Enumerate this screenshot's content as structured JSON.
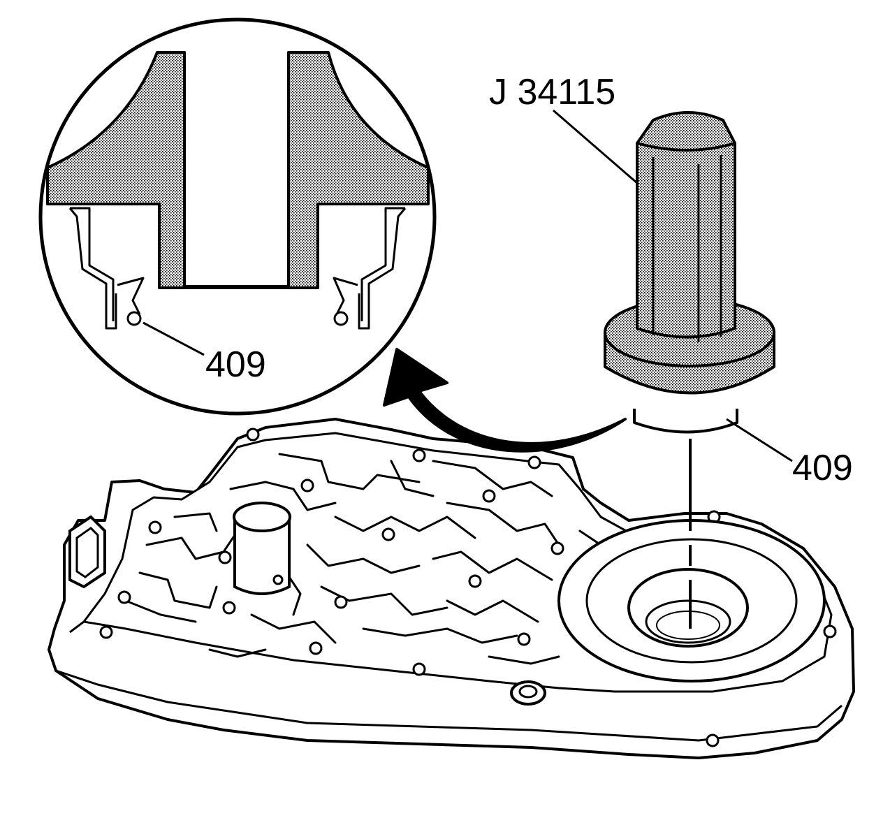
{
  "labels": {
    "tool": "J 34115",
    "seal_detail": "409",
    "seal_main": "409"
  },
  "colors": {
    "ink": "#000000",
    "paper": "#ffffff",
    "stipple": "#9a9a9a"
  },
  "icons": {
    "arrow": "curved-arrow-icon",
    "zoom": "magnifier-circle-icon"
  }
}
